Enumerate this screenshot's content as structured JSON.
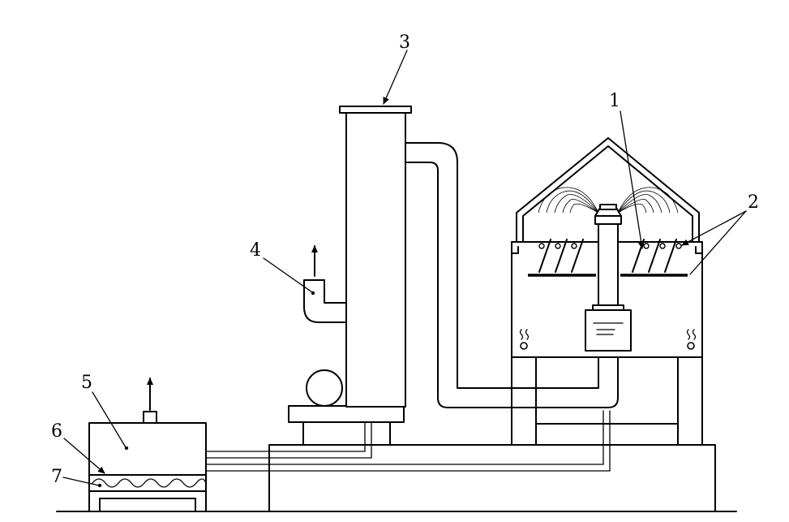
{
  "labels": {
    "label_1": "1",
    "label_2": "2",
    "label_3": "3",
    "label_4": "4",
    "label_5": "5",
    "label_6": "6",
    "label_7": "7"
  }
}
